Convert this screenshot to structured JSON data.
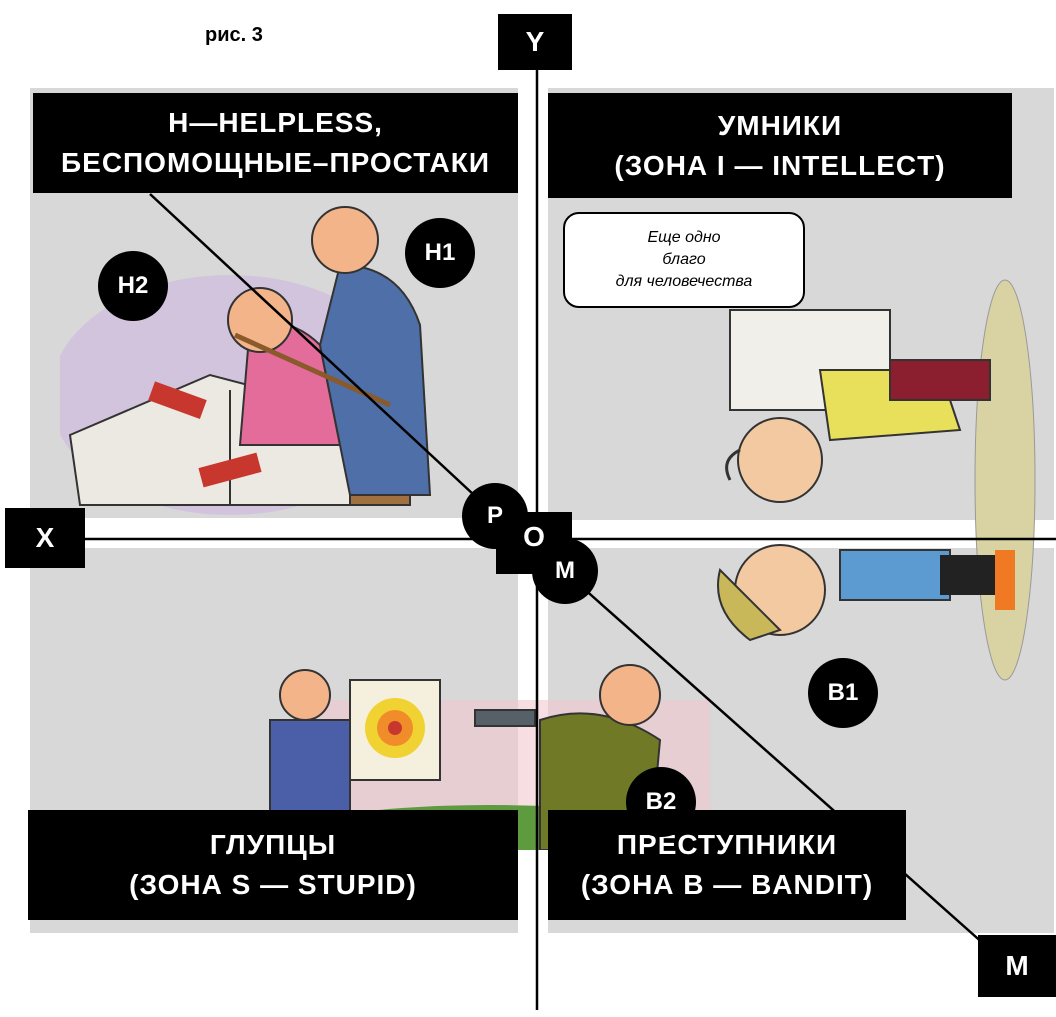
{
  "caption": "рис. 3",
  "axes": {
    "y_label": "Y",
    "x_label": "X",
    "m_label": "M",
    "origin_label": "O"
  },
  "zones": {
    "helpless": {
      "line1": "H—HELPLESS,",
      "line2": "БЕСПОМОЩНЫЕ–ПРОСТАКИ"
    },
    "intellect": {
      "line1": "УМНИКИ",
      "line2": "(ЗОНА I — INTELLECT)"
    },
    "stupid": {
      "line1": "ГЛУПЦЫ",
      "line2": "(ЗОНА S — STUPID)"
    },
    "bandit": {
      "line1": "ПРЕСТУПНИКИ",
      "line2": "(ЗОНА B — BANDIT)"
    }
  },
  "badges": {
    "h1": "H1",
    "h2": "H2",
    "b1": "B1",
    "b2": "B2",
    "p": "P",
    "m": "M"
  },
  "speech_bubble": {
    "line1": "Еще одно",
    "line2": "благо",
    "line3": "для человечества"
  },
  "colors": {
    "panel_bg": "#d8d8d8",
    "label_bg": "#000000",
    "label_text": "#ffffff"
  }
}
